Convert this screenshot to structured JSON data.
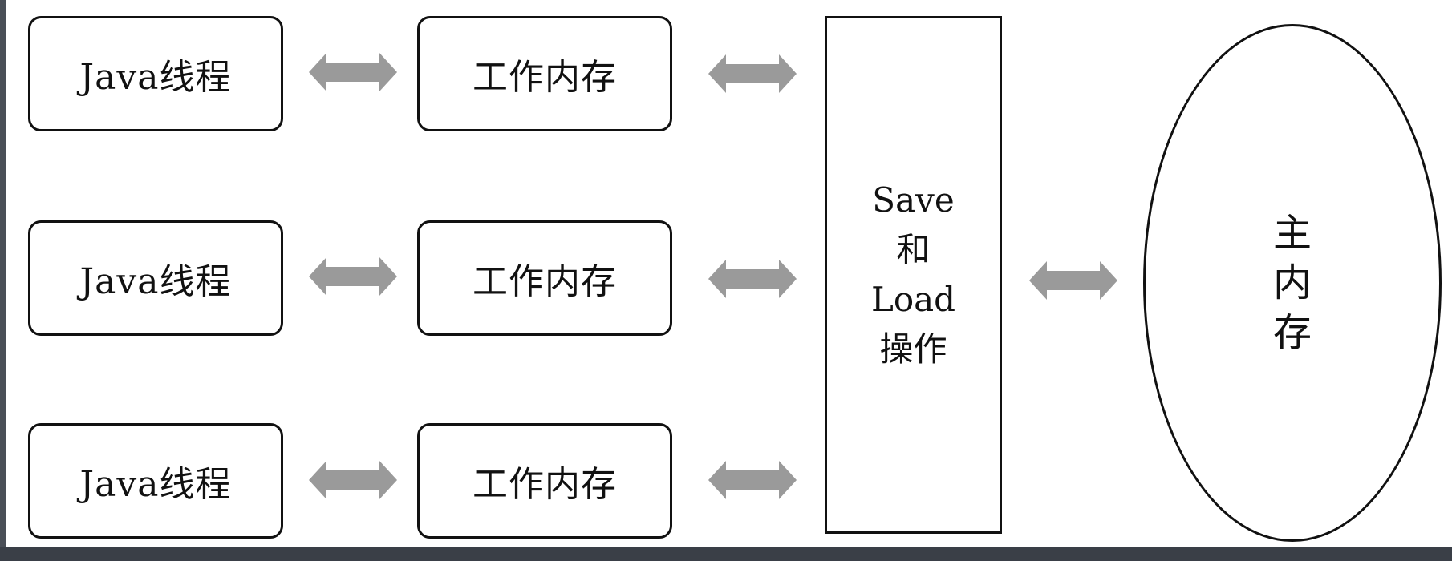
{
  "threads": [
    {
      "label": "Java线程"
    },
    {
      "label": "Java线程"
    },
    {
      "label": "Java线程"
    }
  ],
  "working_memory": [
    {
      "label": "工作内存"
    },
    {
      "label": "工作内存"
    },
    {
      "label": "工作内存"
    }
  ],
  "save_load": {
    "lines": [
      "Save",
      "和",
      "Load",
      "操作"
    ]
  },
  "main_memory": {
    "lines": [
      "主",
      "内",
      "存"
    ]
  },
  "colors": {
    "arrow": "#9a9a9a",
    "border": "#111111",
    "frame": "#4a4f57"
  }
}
